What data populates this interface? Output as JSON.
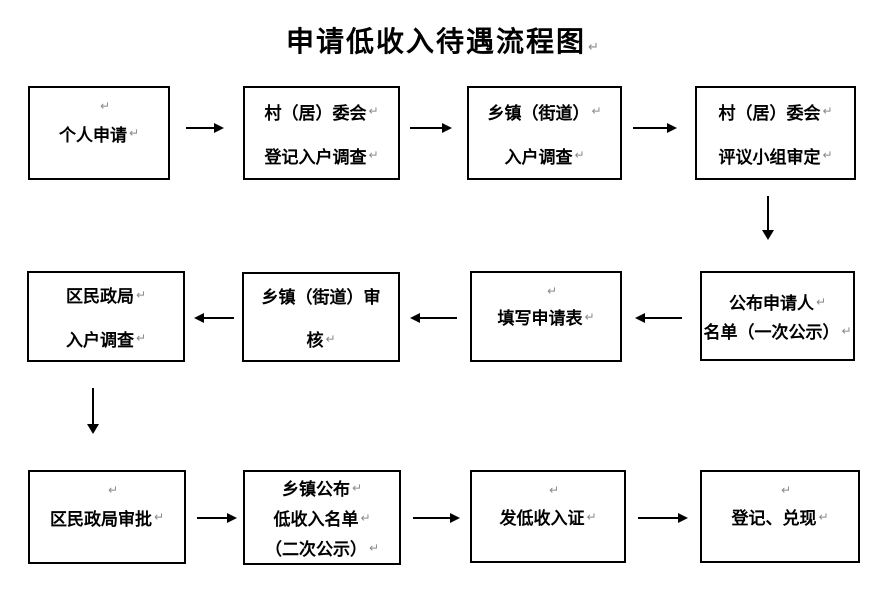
{
  "document": {
    "title": "申请低收入待遇流程图",
    "paragraph_mark": "↵",
    "background_color": "#ffffff",
    "text_color": "#000000",
    "border_color": "#000000",
    "mark_color": "#8a8a8a"
  },
  "flow": {
    "nodes": [
      {
        "id": "personal-application",
        "lines": [
          "个人申请"
        ]
      },
      {
        "id": "village-committee-register-survey",
        "lines": [
          "村（居）委会",
          "登记入户调查"
        ]
      },
      {
        "id": "township-household-survey",
        "lines": [
          "乡镇（街道）",
          "入户调查"
        ]
      },
      {
        "id": "village-committee-review-group",
        "lines": [
          "村（居）委会",
          "评议小组审定"
        ]
      },
      {
        "id": "publish-applicant-list",
        "lines": [
          "公布申请人",
          "名单（一次公示）"
        ]
      },
      {
        "id": "fill-application-form",
        "lines": [
          "填写申请表"
        ]
      },
      {
        "id": "township-review",
        "lines": [
          "乡镇（街道）审",
          "核"
        ]
      },
      {
        "id": "district-civil-affairs-household-survey",
        "lines": [
          "区民政局",
          "入户调查"
        ]
      },
      {
        "id": "district-civil-affairs-approval",
        "lines": [
          "区民政局审批"
        ]
      },
      {
        "id": "township-publish-low-income-list",
        "lines": [
          "乡镇公布",
          "低收入名单",
          "（二次公示）"
        ]
      },
      {
        "id": "issue-low-income-certificate",
        "lines": [
          "发低收入证"
        ]
      },
      {
        "id": "register-redeem",
        "lines": [
          "登记、兑现"
        ]
      }
    ],
    "edges": [
      {
        "from": "个人申请",
        "to": "村（居）委会登记入户调查",
        "direction": "right"
      },
      {
        "from": "村（居）委会登记入户调查",
        "to": "乡镇（街道）入户调查",
        "direction": "right"
      },
      {
        "from": "乡镇（街道）入户调查",
        "to": "村（居）委会评议小组审定",
        "direction": "right"
      },
      {
        "from": "村（居）委会评议小组审定",
        "to": "公布申请人名单（一次公示）",
        "direction": "down"
      },
      {
        "from": "公布申请人名单（一次公示）",
        "to": "填写申请表",
        "direction": "left"
      },
      {
        "from": "填写申请表",
        "to": "乡镇（街道）审核",
        "direction": "left"
      },
      {
        "from": "乡镇（街道）审核",
        "to": "区民政局入户调查",
        "direction": "left"
      },
      {
        "from": "区民政局入户调查",
        "to": "区民政局审批",
        "direction": "down"
      },
      {
        "from": "区民政局审批",
        "to": "乡镇公布低收入名单（二次公示）",
        "direction": "right"
      },
      {
        "from": "乡镇公布低收入名单（二次公示）",
        "to": "发低收入证",
        "direction": "right"
      },
      {
        "from": "发低收入证",
        "to": "登记、兑现",
        "direction": "right"
      }
    ]
  }
}
